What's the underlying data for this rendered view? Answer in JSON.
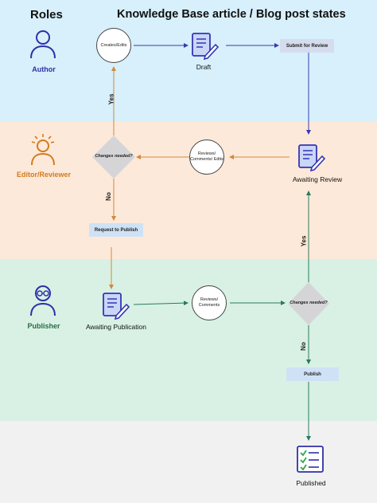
{
  "header": {
    "roles_title": "Roles",
    "main_title": "Knowledge Base article / Blog post states"
  },
  "roles": {
    "author": "Author",
    "editor": "Editor/Reviewer",
    "publisher": "Publisher"
  },
  "nodes": {
    "creates_edits": "Creates/Edits",
    "draft": "Draft",
    "submit_for_review": "Submit for Review",
    "awaiting_review": "Awaiting Review",
    "reviews_comments_edits": "Reviews/ Comments/ Edits",
    "changes_needed_editor": "Changes needed?",
    "request_to_publish": "Request to Publish",
    "awaiting_publication": "Awaiting Publication",
    "reviews_comments": "Reviews/ Comments",
    "changes_needed_publisher": "Changes needed?",
    "publish": "Publish",
    "published": "Published"
  },
  "edges": {
    "yes_editor": "Yes",
    "no_editor": "No",
    "yes_publisher": "Yes",
    "no_publisher": "No"
  },
  "colors": {
    "author": "#2f2fa8",
    "editor": "#d07b1f",
    "publisher": "#2e6a44",
    "blue_arrow": "#3a3ab0",
    "orange_arrow": "#d2893c",
    "teal_arrow": "#2a7a5c",
    "doc_icon": "#3535b5",
    "published_check": "#2aa84a"
  }
}
